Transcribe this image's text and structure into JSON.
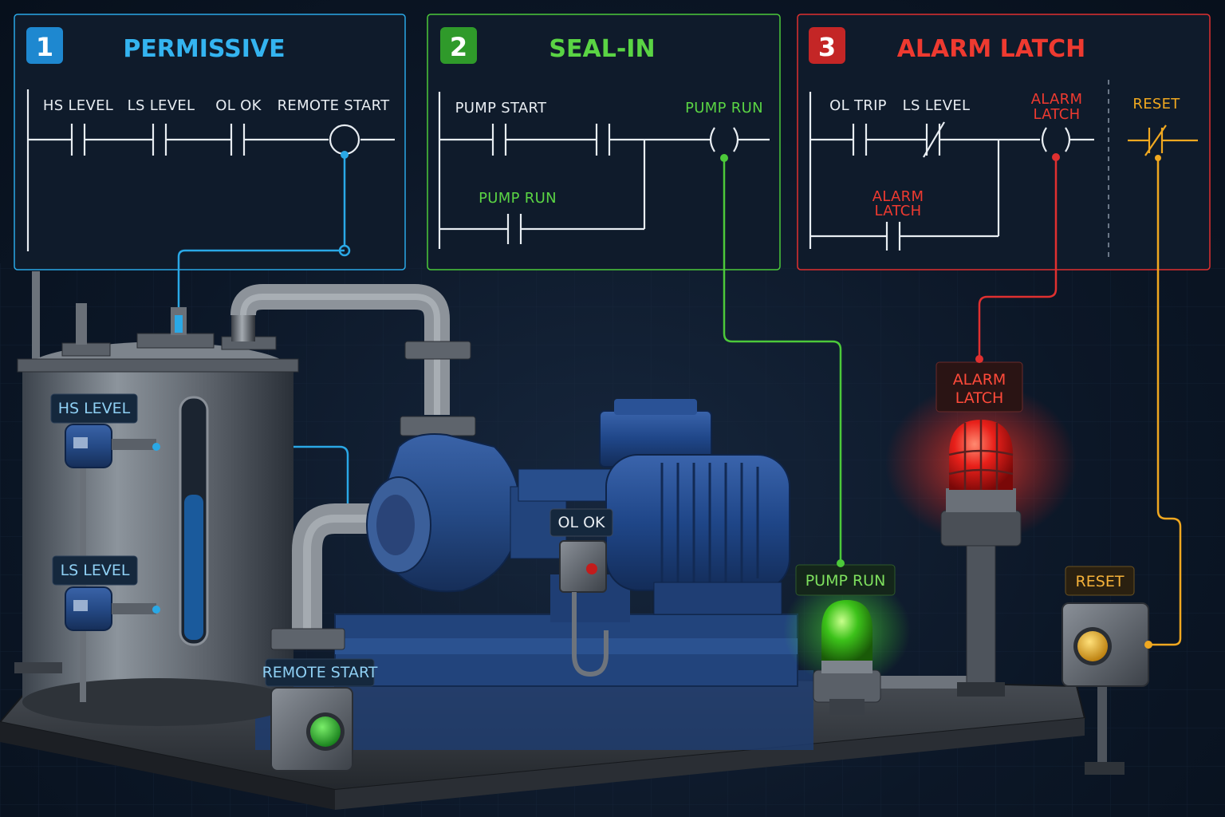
{
  "colors": {
    "permissive": "#2aa8e6",
    "seal_in": "#4cc93a",
    "alarm": "#e03030",
    "reset": "#f0a820",
    "rung_line": "#e8edf2",
    "panel_bg": "#0f1b2b"
  },
  "panels": {
    "permissive": {
      "number": "1",
      "title": "PERMISSIVE",
      "contacts": [
        "HS LEVEL",
        "LS LEVEL",
        "OL OK",
        "REMOTE START"
      ]
    },
    "seal_in": {
      "number": "2",
      "title": "SEAL-IN",
      "contact_start": "PUMP START",
      "coil": "PUMP RUN",
      "branch_contact": "PUMP RUN"
    },
    "alarm_latch": {
      "number": "3",
      "title": "ALARM LATCH",
      "contact_trip": "OL TRIP",
      "contact_level": "LS LEVEL",
      "coil_line1": "ALARM",
      "coil_line2": "LATCH",
      "branch_line1": "ALARM",
      "branch_line2": "LATCH",
      "reset": "RESET"
    }
  },
  "field_tags": {
    "hs_level": "HS LEVEL",
    "ls_level": "LS LEVEL",
    "remote_start": "REMOTE START",
    "ol_ok": "OL OK",
    "pump_run": "PUMP RUN",
    "alarm_line1": "ALARM",
    "alarm_line2": "LATCH",
    "reset": "RESET"
  },
  "icons": [
    "level-transmitter-icon",
    "pushbutton-station-icon",
    "beacon-light-icon",
    "motor-icon",
    "pump-icon",
    "tank-icon"
  ]
}
